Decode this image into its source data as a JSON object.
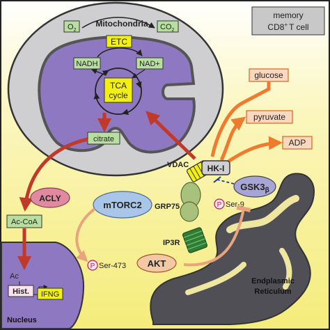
{
  "labels": {
    "mitochondria": "Mitochondria",
    "o2": "O",
    "o2_sub": "2",
    "co2": "CO",
    "co2_sub": "2",
    "etc": "ETC",
    "nadh": "NADH",
    "nad": "NAD+",
    "tca_line1": "TCA",
    "tca_line2": "cycle",
    "citrate": "citrate",
    "vdac": "VDAC",
    "hk": "HK-I",
    "grp75": "GRP75",
    "ip3r": "IP3R",
    "mtorc2": "mTORC2",
    "acly": "ACLY",
    "accoa": "Ac-CoA",
    "akt": "AKT",
    "ser473": "Ser-473",
    "ser9": "Ser-9",
    "p": "P",
    "gsk": "GSK3",
    "gsk_sub": "β",
    "glucose": "glucose",
    "pyruvate": "pyruvate",
    "adp": "ADP",
    "memory_line1": "memory",
    "memory_line2a": "CD8",
    "memory_sup": "+",
    "memory_line2b": "T cell",
    "er_line1": "Endplasmic",
    "er_line2": "Reticulum",
    "nucleus": "Nucleus",
    "ac": "Ac",
    "hist": "Hist.",
    "ifng": "IFNG"
  },
  "colors": {
    "background_top": "#ffffff",
    "background_bottom": "#f5ec7a",
    "mito_outer": "#cfcfd2",
    "matrix": "#8e78c2",
    "nucleus": "#8e78c2",
    "er": "#4f4f55",
    "label_box": "#b8dfa0",
    "yellow_box": "#f2ef12",
    "orange": "#f07a2e",
    "red_arrow": "#c0392b",
    "mtorc2": "#a9c6e8",
    "acly": "#e08aa2",
    "gsk": "#a7a4d6",
    "grp75": "#a8c27e",
    "ip3r": "#2e7d32",
    "akt": "#f3c8a4",
    "phospho": "#c2185b",
    "dashed_blue": "#1f3e8a"
  }
}
